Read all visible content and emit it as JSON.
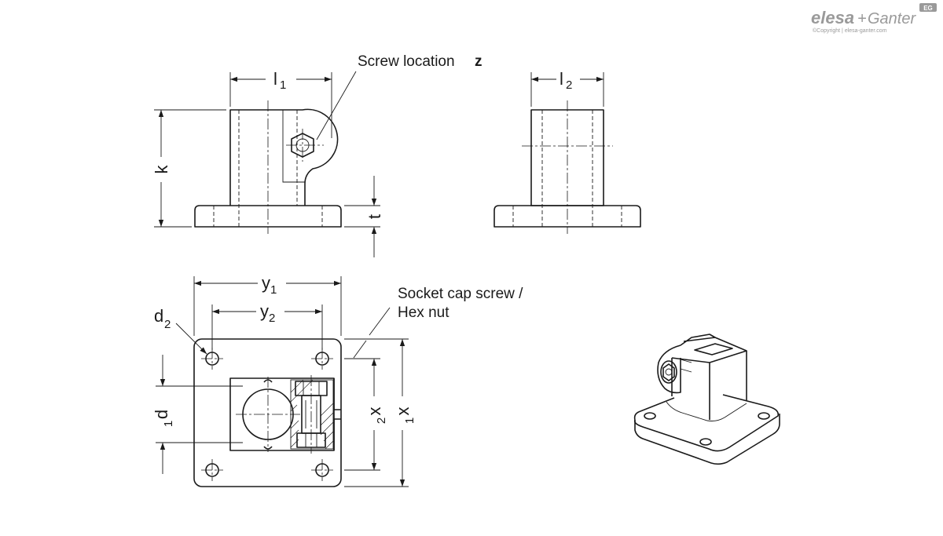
{
  "logo": {
    "brand_left": "elesa",
    "brand_plus": "+",
    "brand_right": "Ganter",
    "badge": "EG",
    "copyright": "©Copyright | elesa-ganter.com"
  },
  "labels": {
    "screw_location": "Screw location",
    "screw_location_var": "z",
    "socket_cap_line1": "Socket cap screw /",
    "socket_cap_line2": "Hex nut"
  },
  "dimensions": {
    "l1": {
      "main": "l",
      "sub": "1"
    },
    "l2": {
      "main": "l",
      "sub": "2"
    },
    "k": {
      "main": "k",
      "sub": ""
    },
    "t": {
      "main": "t",
      "sub": ""
    },
    "y1": {
      "main": "y",
      "sub": "1"
    },
    "y2": {
      "main": "y",
      "sub": "2"
    },
    "d2": {
      "main": "d",
      "sub": "2"
    },
    "d1": {
      "main": "d",
      "sub": "1"
    },
    "x1": {
      "main": "x",
      "sub": "1"
    },
    "x2": {
      "main": "x",
      "sub": "2"
    }
  }
}
